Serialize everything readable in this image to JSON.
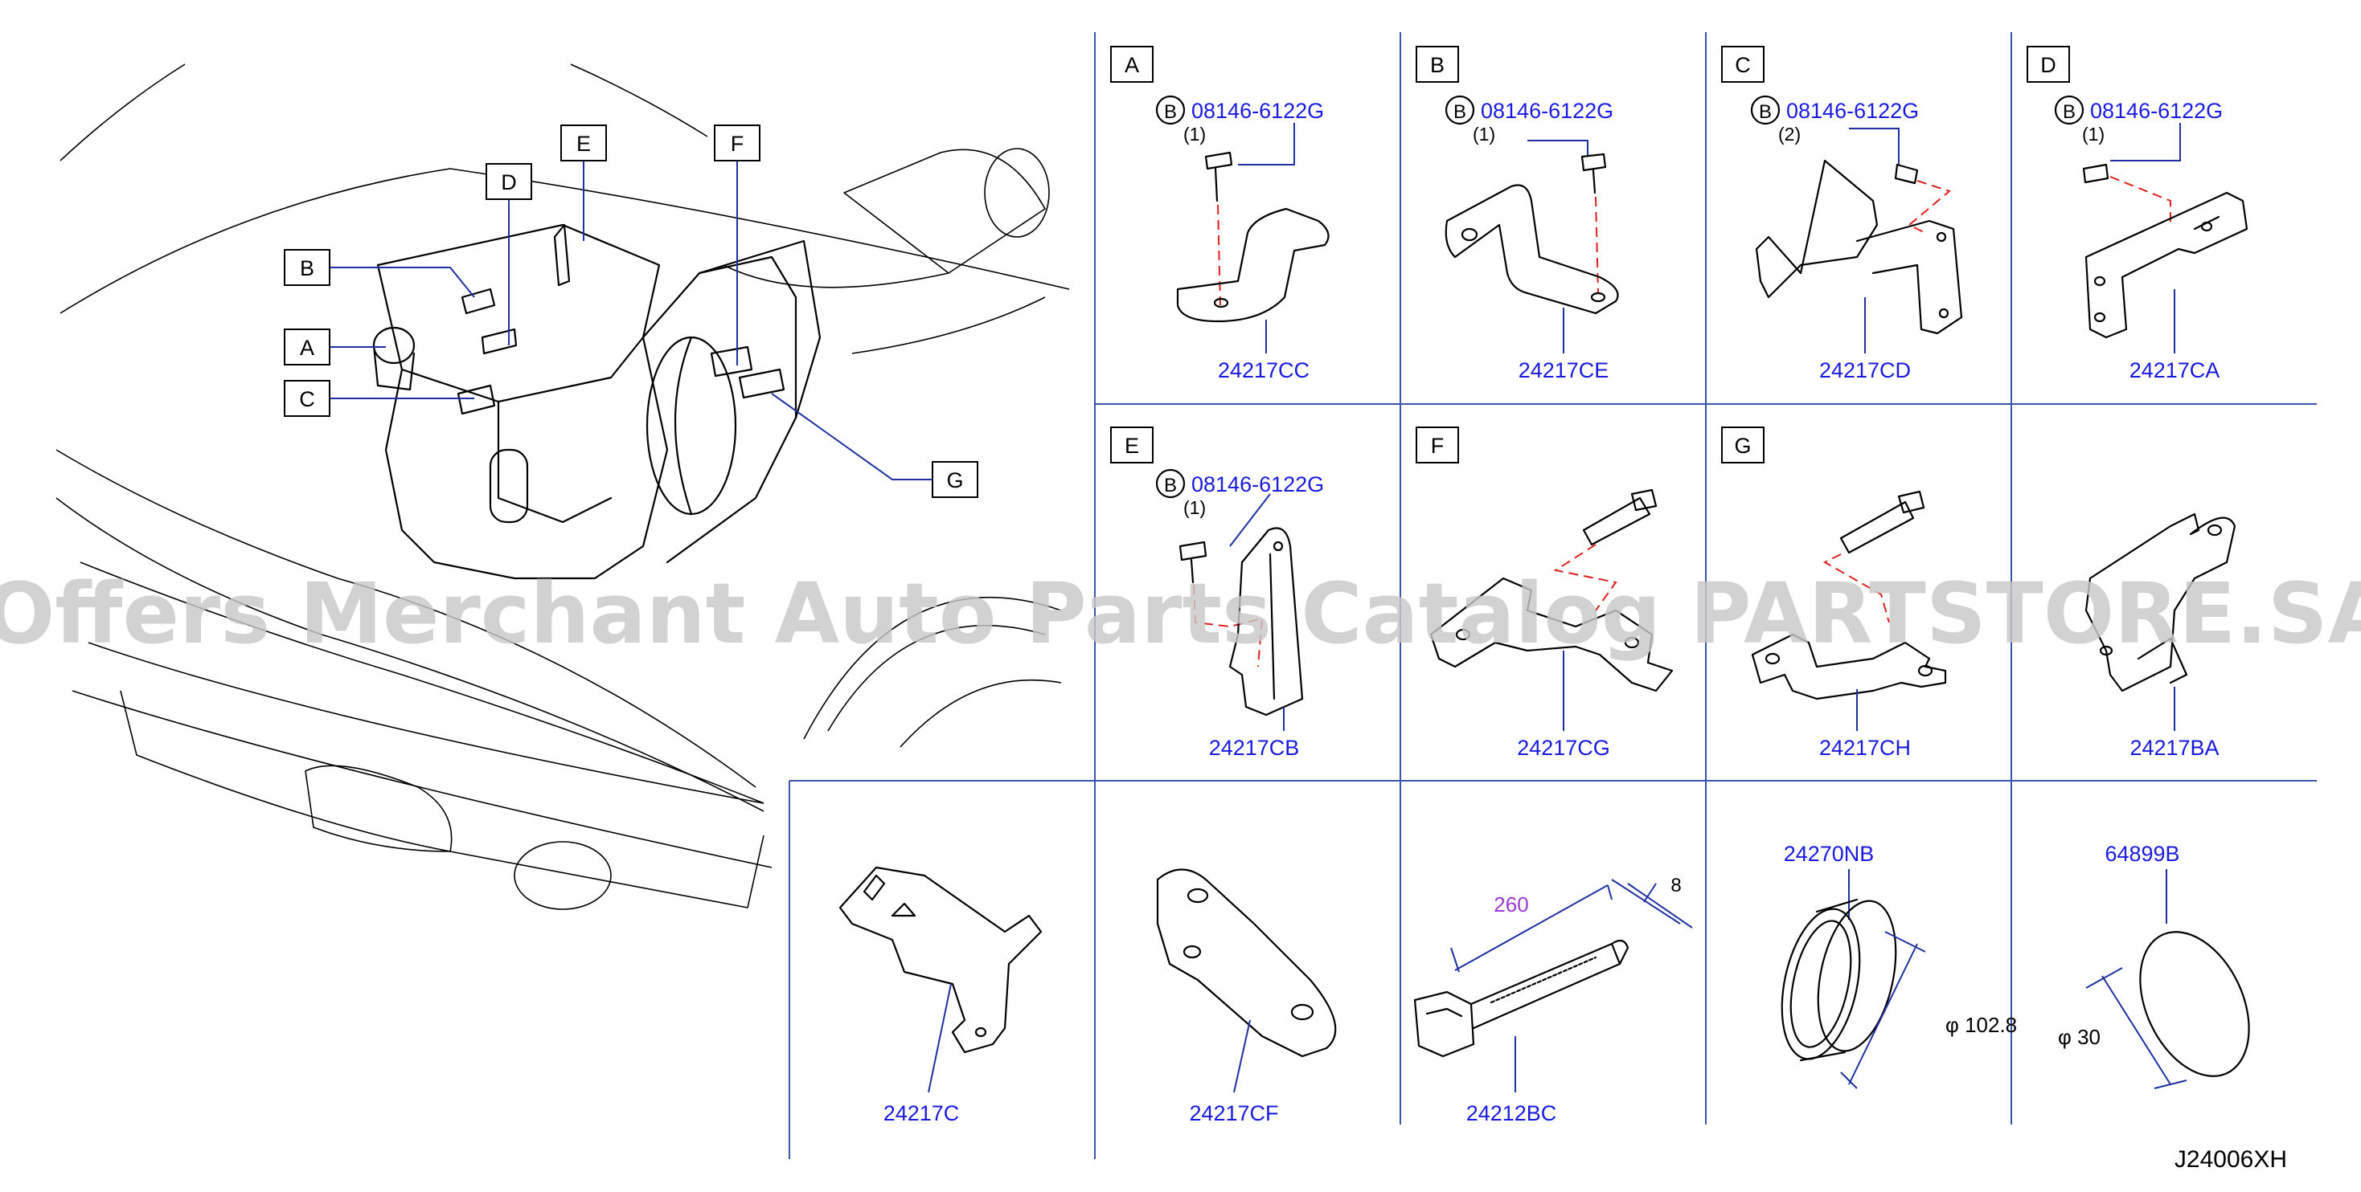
{
  "diagram_id": "J24006XH",
  "watermark": "Offers Merchant Auto Parts Catalog PARTSTORE.SA",
  "bolt_symbol": "B",
  "bolt_part": "08146-6122G",
  "locator_labels": [
    "A",
    "B",
    "C",
    "D",
    "E",
    "F",
    "G"
  ],
  "cells": [
    {
      "letter": "A",
      "bolt_qty": "(1)",
      "part": "24217CC"
    },
    {
      "letter": "B",
      "bolt_qty": "(1)",
      "part": "24217CE"
    },
    {
      "letter": "C",
      "bolt_qty": "(2)",
      "part": "24217CD"
    },
    {
      "letter": "D",
      "bolt_qty": "(1)",
      "part": "24217CA"
    },
    {
      "letter": "E",
      "bolt_qty": "(1)",
      "part": "24217CB"
    },
    {
      "letter": "F",
      "part": "24217CG"
    },
    {
      "letter": "G",
      "part": "24217CH"
    },
    {
      "part": "24217BA"
    },
    {
      "part": "24217C"
    },
    {
      "part": "24217CF"
    },
    {
      "part": "24212BC",
      "dim_length": "260",
      "dim_width": "8"
    },
    {
      "part": "24270NB",
      "dim_dia": "φ 102.8"
    },
    {
      "part": "64899B",
      "dim_dia": "φ 30"
    }
  ],
  "colors": {
    "part_number": "#1a1ae0",
    "grid": "#3a55a8",
    "guide": "#e02020",
    "dim_260": "#9a3bd8",
    "watermark": "#c8c8c8"
  }
}
